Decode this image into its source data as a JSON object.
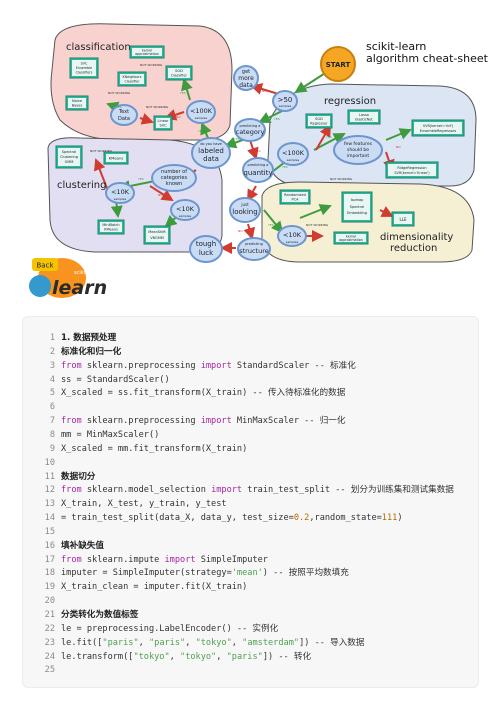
{
  "cheatsheet": {
    "title_line1": "scikit-learn",
    "title_line2": "algorithm cheat-sheet",
    "start": "START",
    "regions": {
      "classification": "classification",
      "regression": "regression",
      "clustering": "clustering",
      "dimensionality_line1": "dimensionality",
      "dimensionality_line2": "reduction"
    },
    "nodes": {
      "more_data": [
        "get",
        "more",
        "data"
      ],
      "gt50": [
        ">50",
        "samples"
      ],
      "predicting_category": [
        "predicting a",
        "category"
      ],
      "labeled_data": [
        "do you have",
        "labeled",
        "data"
      ],
      "predicting_quantity": [
        "predicting a",
        "quantity"
      ],
      "just_looking": [
        "just",
        "looking"
      ],
      "predicting_structure": [
        "predicting",
        "structure"
      ],
      "tough_luck": [
        "tough",
        "luck"
      ],
      "lt100k_class": [
        "<100K",
        "samples"
      ],
      "text_data": [
        "Text",
        "Data"
      ],
      "lt100k_reg": [
        "<100K",
        "samples"
      ],
      "few_features": [
        "few features",
        "should be",
        "important"
      ],
      "number_categories": [
        "number of",
        "categories",
        "known"
      ],
      "lt10k_cluster_a": [
        "<10K",
        "samples"
      ],
      "lt10k_cluster_b": [
        "<10K",
        "samples"
      ],
      "lt10k_dim": [
        "<10K",
        "samples"
      ]
    },
    "estimators": {
      "kernel_approx_c": [
        "kernel",
        "approximation"
      ],
      "linear_svc": [
        "Linear",
        "SVC"
      ],
      "sgd_classifier": [
        "SGD",
        "Classifier"
      ],
      "kneighbors": [
        "KNeighbors",
        "Classifier"
      ],
      "svc_ensemble": [
        "SVC",
        "Ensemble",
        "Classifiers"
      ],
      "naive_bayes": [
        "Naive",
        "Bayes"
      ],
      "sgd_regressor": [
        "SGD",
        "Regressor"
      ],
      "lasso": [
        "Lasso",
        "ElasticNet"
      ],
      "svr_kernel": [
        "SVR(kernel='rbf')",
        "EnsembleRegressors"
      ],
      "ridge": [
        "RidgeRegression",
        "SVR(kernel='linear')"
      ],
      "spectral_clustering": [
        "Spectral",
        "Clustering",
        "GMM"
      ],
      "kmeans": [
        "KMeans"
      ],
      "minibatch": [
        "MiniBatch",
        "KMeans"
      ],
      "meanshift": [
        "MeanShift",
        "VBGMM"
      ],
      "randomized_pca": [
        "Randomized",
        "PCA"
      ],
      "isomap": [
        "Isomap",
        "Spectral",
        "Embedding"
      ],
      "lle": [
        "LLE"
      ],
      "kernel_approx_d": [
        "kernel",
        "approximation"
      ]
    },
    "edge_labels": {
      "yes": "YES",
      "no": "NO",
      "not_working": "NOT WORKING"
    }
  },
  "logo": {
    "back": "Back",
    "scikit": "scikit",
    "learn": "learn"
  },
  "code_lines": [
    [
      {
        "t": "1. 数据预处理",
        "c": "hd"
      }
    ],
    [
      {
        "t": "标准化和归一化",
        "c": "hd"
      }
    ],
    [
      {
        "t": "from",
        "c": "kw"
      },
      {
        "t": " sklearn.preprocessing "
      },
      {
        "t": "import",
        "c": "kw"
      },
      {
        "t": " StandardScaler -- 标准化"
      }
    ],
    [
      {
        "t": "ss = StandardScaler()"
      }
    ],
    [
      {
        "t": "X_scaled = ss.fit_transform(X_train) -- 传入待标准化的数据"
      }
    ],
    [
      {
        "t": ""
      }
    ],
    [
      {
        "t": "from",
        "c": "kw"
      },
      {
        "t": " sklearn.preprocessing "
      },
      {
        "t": "import",
        "c": "kw"
      },
      {
        "t": " MinMaxScaler -- 归一化"
      }
    ],
    [
      {
        "t": "mm = MinMaxScaler()"
      }
    ],
    [
      {
        "t": "X_scaled = mm.fit_transform(X_train)"
      }
    ],
    [
      {
        "t": ""
      }
    ],
    [
      {
        "t": "数据切分",
        "c": "hd"
      }
    ],
    [
      {
        "t": "from",
        "c": "kw"
      },
      {
        "t": " sklearn.model_selection "
      },
      {
        "t": "import",
        "c": "kw"
      },
      {
        "t": " train_test_split -- 划分为训练集和测试集数据"
      }
    ],
    [
      {
        "t": "X_train, X_test, y_train, y_test"
      }
    ],
    [
      {
        "t": "= train_test_split(data_X, data_y, test_size="
      },
      {
        "t": "0.2",
        "c": "num"
      },
      {
        "t": ",random_state="
      },
      {
        "t": "111",
        "c": "num"
      },
      {
        "t": ")"
      }
    ],
    [
      {
        "t": ""
      }
    ],
    [
      {
        "t": "填补缺失值",
        "c": "hd"
      }
    ],
    [
      {
        "t": "from",
        "c": "kw"
      },
      {
        "t": " sklearn.impute "
      },
      {
        "t": "import",
        "c": "kw"
      },
      {
        "t": " SimpleImputer"
      }
    ],
    [
      {
        "t": "imputer = SimpleImputer(strategy="
      },
      {
        "t": "'mean'",
        "c": "str"
      },
      {
        "t": ") -- 按照平均数填充"
      }
    ],
    [
      {
        "t": "X_train_clean = imputer.fit(X_train)"
      }
    ],
    [
      {
        "t": ""
      }
    ],
    [
      {
        "t": "分类转化为数值标签",
        "c": "hd"
      }
    ],
    [
      {
        "t": "le = preprocessing.LabelEncoder() -- 实例化"
      }
    ],
    [
      {
        "t": "le.fit(["
      },
      {
        "t": "\"paris\"",
        "c": "str"
      },
      {
        "t": ", "
      },
      {
        "t": "\"paris\"",
        "c": "str"
      },
      {
        "t": ", "
      },
      {
        "t": "\"tokyo\"",
        "c": "str"
      },
      {
        "t": ", "
      },
      {
        "t": "\"amsterdam\"",
        "c": "str"
      },
      {
        "t": "]) -- 导入数据"
      }
    ],
    [
      {
        "t": "le.transform(["
      },
      {
        "t": "\"tokyo\"",
        "c": "str"
      },
      {
        "t": ", "
      },
      {
        "t": "\"tokyo\"",
        "c": "str"
      },
      {
        "t": ", "
      },
      {
        "t": "\"paris\"",
        "c": "str"
      },
      {
        "t": "]) -- 转化"
      }
    ],
    [
      {
        "t": ""
      }
    ]
  ],
  "colors": {
    "classification_bg": "#f7d2cf",
    "regression_bg": "#dbe5f4",
    "clustering_bg": "#e2dff3",
    "dimensionality_bg": "#f5efd3",
    "node_fill": "#c9dcf3",
    "node_stroke": "#6d96cf",
    "estimator_fill": "#2fb89a",
    "start_fill": "#f5a623",
    "yes_arrow": "#3e9b3e",
    "no_arrow": "#d03b32",
    "logo_orange": "#f7931e",
    "logo_blue": "#3499cd"
  }
}
